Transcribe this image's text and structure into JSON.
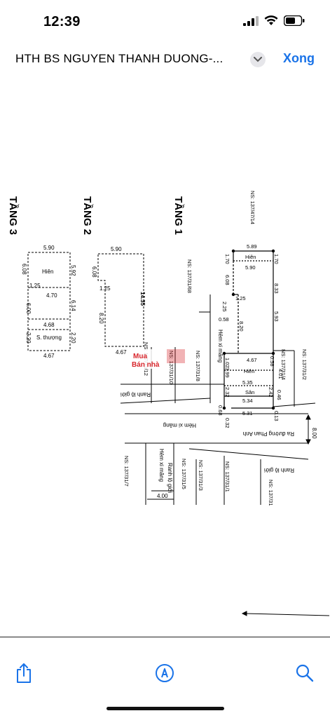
{
  "status_bar": {
    "time": "12:39"
  },
  "nav": {
    "title": "HTH BS NGUYEN THANH DUONG-...",
    "done_label": "Xong"
  },
  "drawing": {
    "floor_labels": [
      "TẦNG 3",
      "TẦNG 2",
      "TẦNG 1"
    ],
    "floor3": {
      "top": "5.90",
      "room": "Hiên",
      "left_top": "6.08",
      "right_top": "5.92",
      "mid_left": "1.25",
      "mid": "4.70",
      "left_mid": "6.00",
      "right_mid": "6.14",
      "bottom_inner": "4.68",
      "terrace": "S. thượng",
      "left_low": "2.20",
      "right_low": "2.20",
      "bottom": "4.67"
    },
    "floor2": {
      "top": "5.90",
      "left_top": "6.08",
      "mid_left": "1.25",
      "left_mid": "8.20",
      "right_side": "14.35",
      "bottom": "4.67"
    },
    "floor1": {
      "top": "5.89",
      "porch": "Hiên",
      "left_top": "1.70",
      "right_top": "1.70",
      "inner_top": "5.90",
      "left_a": "6.08",
      "right_a": "8.33",
      "mid": "1.25",
      "left_b": "2.25",
      "left_c": "0.58",
      "left_d": "8.20",
      "right_b": "5.93",
      "right_c": "0.58",
      "left_e": "1.02",
      "right_d": "4.01",
      "bottom_a": "4.67",
      "porch2": "Hiên",
      "left_f": "3.99",
      "left_g": "2.32",
      "right_e": "2.42",
      "right_f": "0.46",
      "bottom_b": "5.35",
      "yard": "Sân",
      "bottom_c": "5.34",
      "left_h": "0.68",
      "left_i": "0.32",
      "bottom_d": "5.31",
      "right_g": "0.13"
    },
    "neighbors": [
      "NS: 137/47/14",
      "NS: 137/31/68",
      "NS: 137/31/8",
      "NS: 137/31/10",
      "NS: 137/31/12",
      "NS: 137/31/4",
      "NS: 137/31/2",
      "NS: 137/31/1",
      "NS: 137/31/3",
      "NS: 137/31/5",
      "NS: 137/31/7",
      "NS: 137/31"
    ],
    "alley_upper": "Hẻm xi măng",
    "alley_lower": "Hẻm xi măng",
    "alley_side": "Hẻm xi măng",
    "road": "Ra đường Phan Anh",
    "road_width": "8.00",
    "boundary_upper": "Ranh lộ giới",
    "boundary_lower": "Ranh lộ giới",
    "boundary_side": "Ranh lộ giới",
    "alley_width": "4.00",
    "watermark_top": "Mua",
    "watermark_bottom": "Bán nhà"
  },
  "toolbar": {
    "share_icon": "share-icon",
    "markup_icon": "markup-icon",
    "search_icon": "search-icon"
  },
  "colors": {
    "accent": "#1a73e8",
    "watermark_red": "#d8262c"
  }
}
